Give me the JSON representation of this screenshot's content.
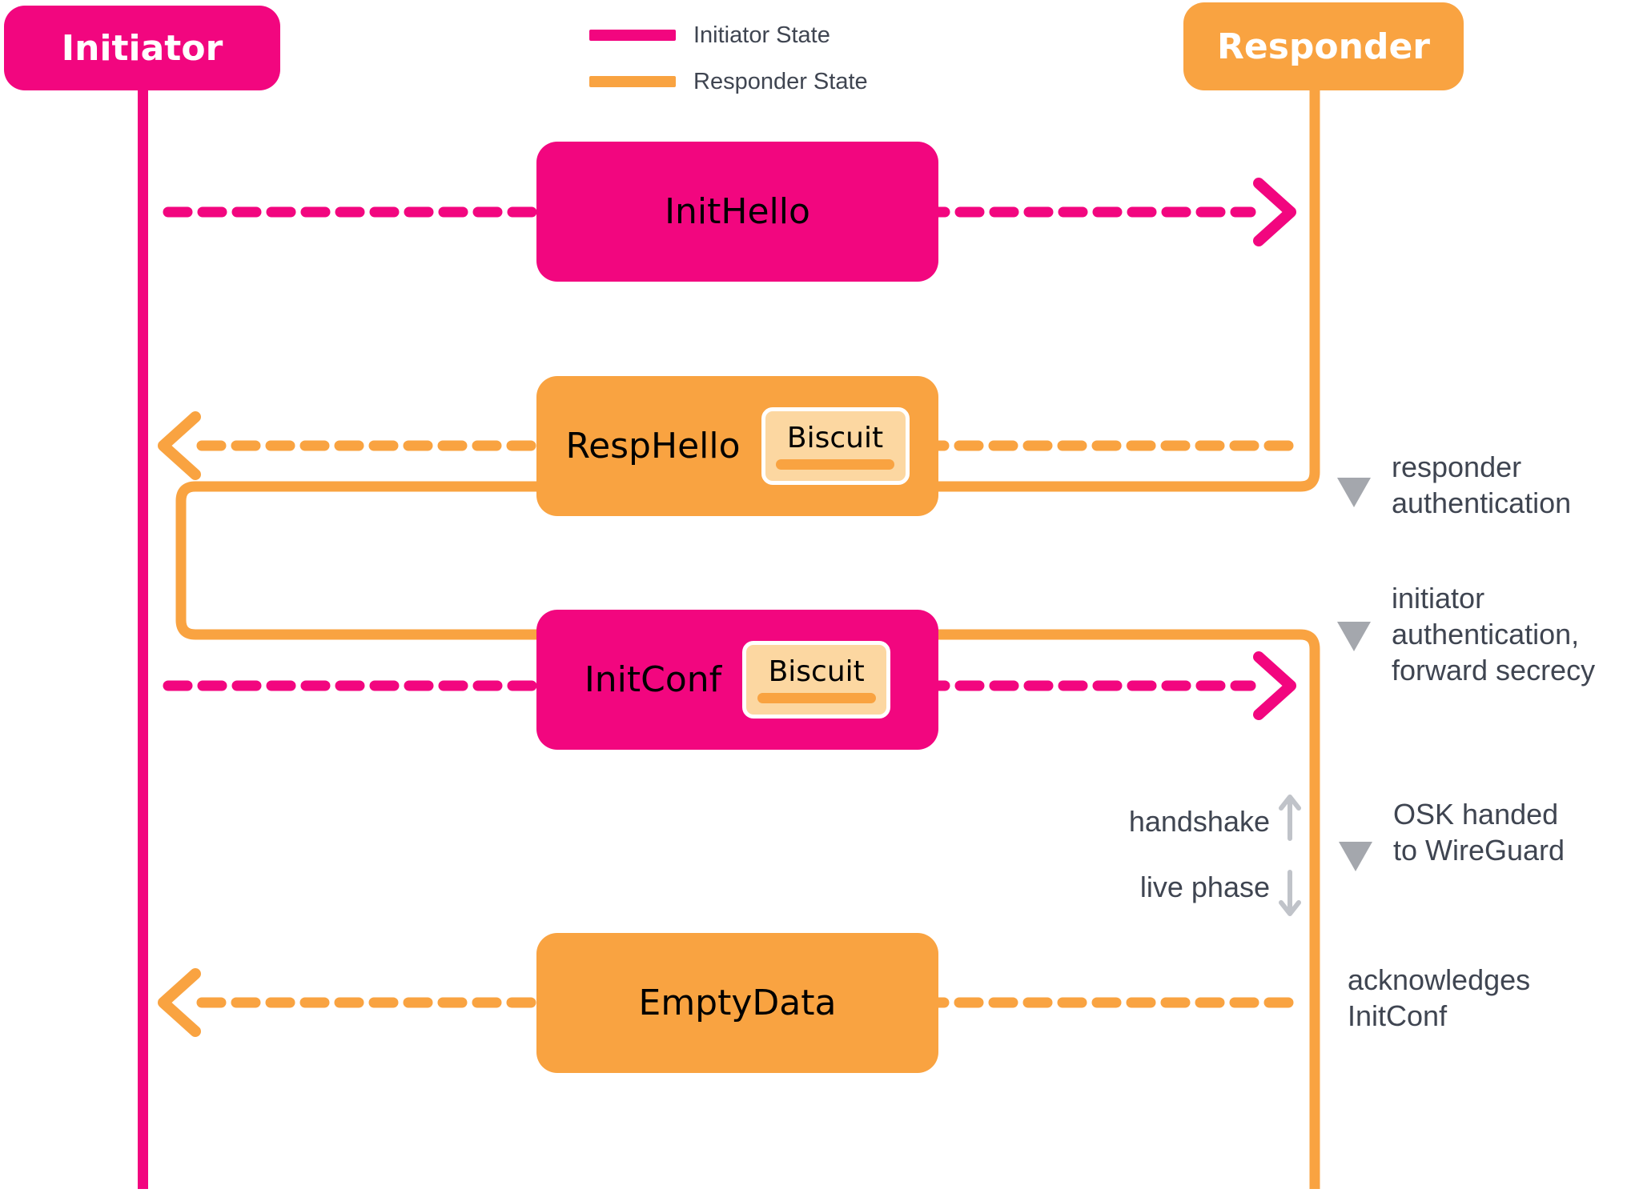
{
  "colors": {
    "pink": "#F2067F",
    "orange": "#F9A341",
    "biscuit": "#FCD7A1",
    "gray-text": "#3F4551",
    "triangle": "#A4A7AD",
    "phase-arrow": "#C0C3C9"
  },
  "actors": {
    "initiator": "Initiator",
    "responder": "Responder"
  },
  "legend": [
    {
      "label": "Initiator State",
      "color": "#F2067F"
    },
    {
      "label": "Responder State",
      "color": "#F9A341"
    }
  ],
  "messages": [
    {
      "label": "InitHello",
      "state": "initiator",
      "direction": "to-responder",
      "style": "dashed",
      "biscuit": false
    },
    {
      "label": "RespHello",
      "state": "responder",
      "direction": "to-initiator",
      "style": "dashed",
      "biscuit": true,
      "biscuit_label": "Biscuit"
    },
    {
      "label": "InitConf",
      "state": "initiator",
      "direction": "to-responder",
      "style": "dashed",
      "biscuit": true,
      "biscuit_label": "Biscuit"
    },
    {
      "label": "EmptyData",
      "state": "responder",
      "direction": "to-initiator",
      "style": "dashed",
      "biscuit": false
    }
  ],
  "annotations": [
    {
      "lines": [
        "responder",
        "authentication"
      ],
      "marker": "down-triangle"
    },
    {
      "lines": [
        "initiator",
        "authentication,",
        "forward secrecy"
      ],
      "marker": "down-triangle"
    },
    {
      "lines": [
        "OSK handed",
        "to WireGuard"
      ],
      "marker": "down-triangle"
    },
    {
      "lines": [
        "acknowledges",
        "InitConf"
      ],
      "marker": "none"
    }
  ],
  "phase": {
    "handshake": "handshake",
    "live": "live phase"
  }
}
